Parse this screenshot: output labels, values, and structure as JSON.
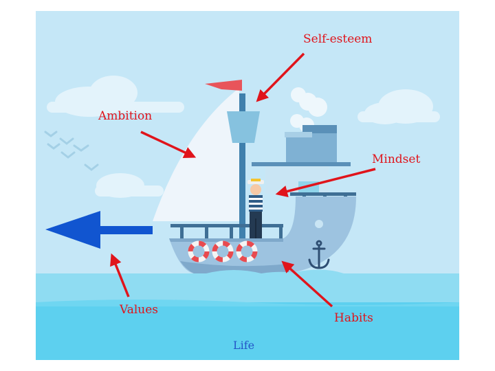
{
  "labels": {
    "self_esteem": "Self-esteem",
    "ambition": "Ambition",
    "mindset": "Mindset",
    "values": "Values",
    "habits": "Habits",
    "life": "Life"
  },
  "colors": {
    "sky": "#c5e7f7",
    "sea": "#5dd0ef",
    "label_red": "#e0141b",
    "arrow_blue": "#1155d0",
    "life_blue": "#2456c8"
  },
  "icons": {
    "boat": "boat-illustration",
    "captain": "captain-figure",
    "anchor": "anchor-icon",
    "flag": "flag-icon",
    "birds": "birds-icon",
    "clouds": "cloud-icon"
  }
}
